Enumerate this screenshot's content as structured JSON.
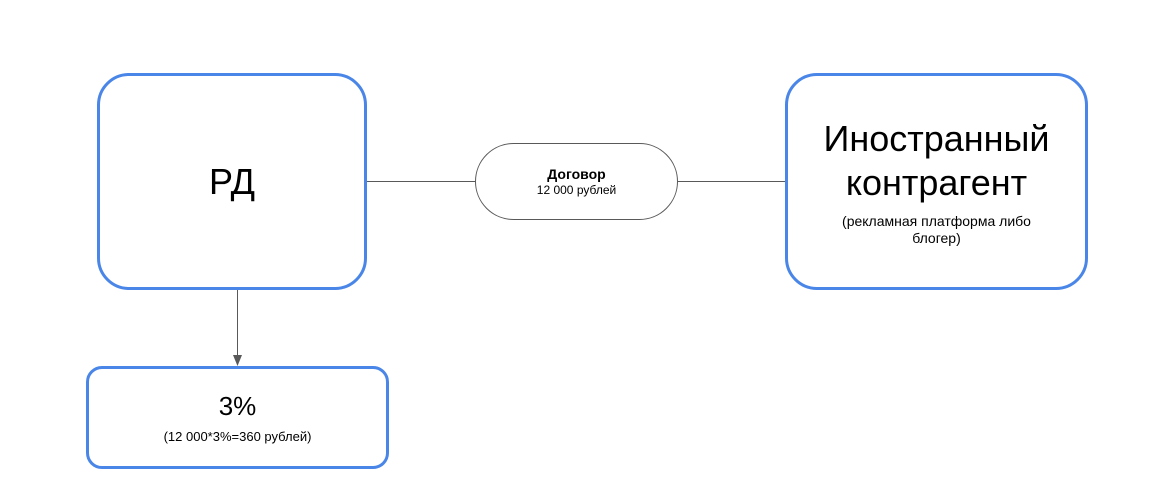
{
  "diagram": {
    "nodes": {
      "rd": {
        "title": "РД"
      },
      "foreign_counterparty": {
        "title": "Иностранный контрагент",
        "subtitle": "(рекламная платформа либо блогер)"
      },
      "tax": {
        "title": "3%",
        "subtitle": "(12 000*3%=360 рублей)"
      }
    },
    "contract": {
      "label": "Договор",
      "amount": "12 000 рублей"
    },
    "colors": {
      "box_border": "#4a86e8",
      "connector": "#595959"
    }
  }
}
